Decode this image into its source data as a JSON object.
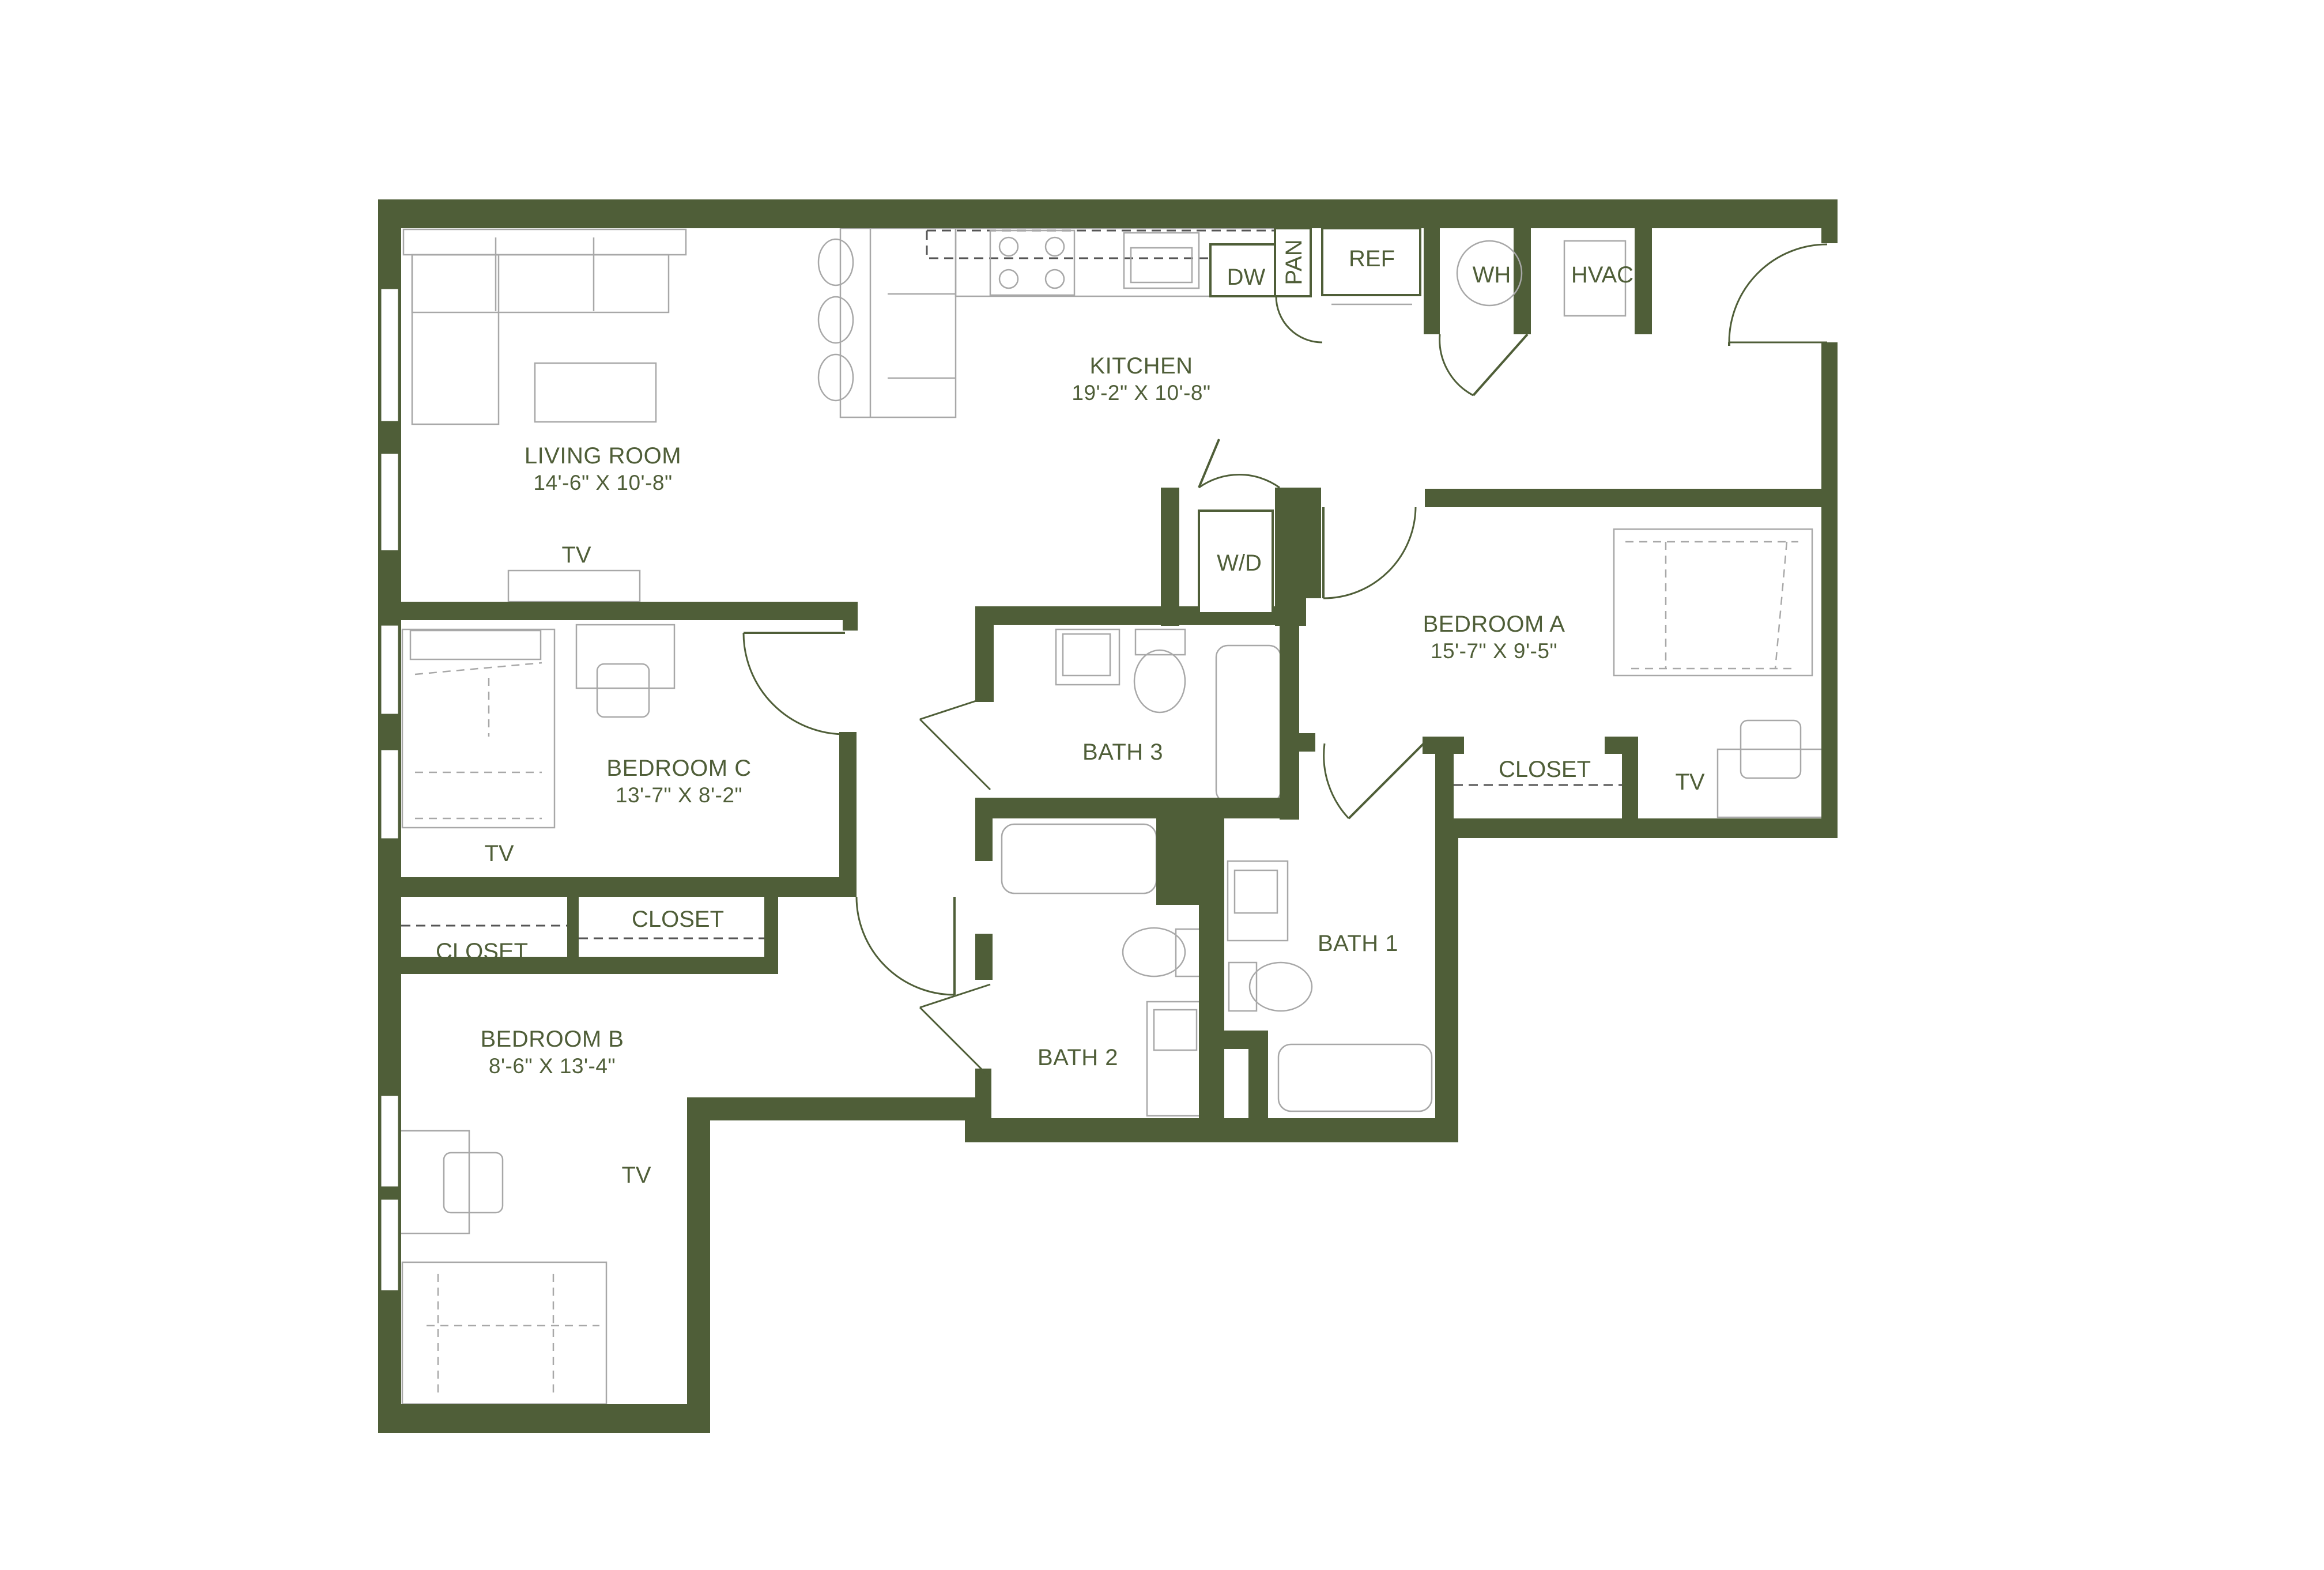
{
  "colors": {
    "wall": "#4f5e38",
    "furniture": "#a8a8a8",
    "background": "#ffffff"
  },
  "rooms": {
    "living_room": {
      "name": "LIVING ROOM",
      "dims": "14'-6\" X 10'-8\""
    },
    "kitchen": {
      "name": "KITCHEN",
      "dims": "19'-2\" X 10'-8\""
    },
    "bedroom_a": {
      "name": "BEDROOM A",
      "dims": "15'-7\" X 9'-5\""
    },
    "bedroom_b": {
      "name": "BEDROOM B",
      "dims": "8'-6\" X 13'-4\""
    },
    "bedroom_c": {
      "name": "BEDROOM C",
      "dims": "13'-7\" X 8'-2\""
    },
    "bath_1": {
      "name": "BATH 1"
    },
    "bath_2": {
      "name": "BATH 2"
    },
    "bath_3": {
      "name": "BATH 3"
    }
  },
  "fixtures": {
    "dw": "DW",
    "pan": "PAN",
    "ref": "REF",
    "wh": "WH",
    "hvac": "HVAC",
    "wd": "W/D",
    "closet_a": "CLOSET",
    "closet_b": "CLOSET",
    "closet_c": "CLOSET",
    "tv_living": "TV",
    "tv_a": "TV",
    "tv_b": "TV",
    "tv_c": "TV"
  }
}
